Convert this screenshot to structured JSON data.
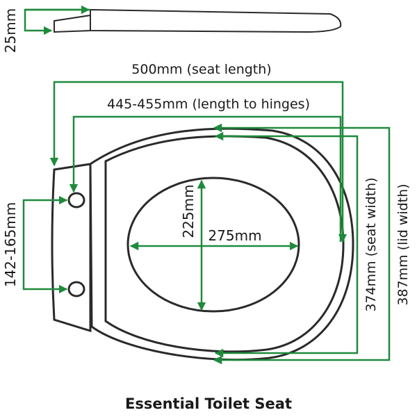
{
  "caption": "Essential Toilet Seat",
  "dimensions": {
    "thickness": "25mm",
    "seat_length": "500mm (seat length)",
    "length_to_hinges": "445-455mm (length to hinges)",
    "hinge_spacing": "142-165mm",
    "opening_height": "225mm",
    "opening_width": "275mm",
    "seat_width": "374mm (seat width)",
    "lid_width": "387mm (lid width)"
  },
  "colors": {
    "dimension_lines": "#1e8a3c",
    "outline": "#2a2a2a",
    "seat_fill": "#ffffff"
  }
}
